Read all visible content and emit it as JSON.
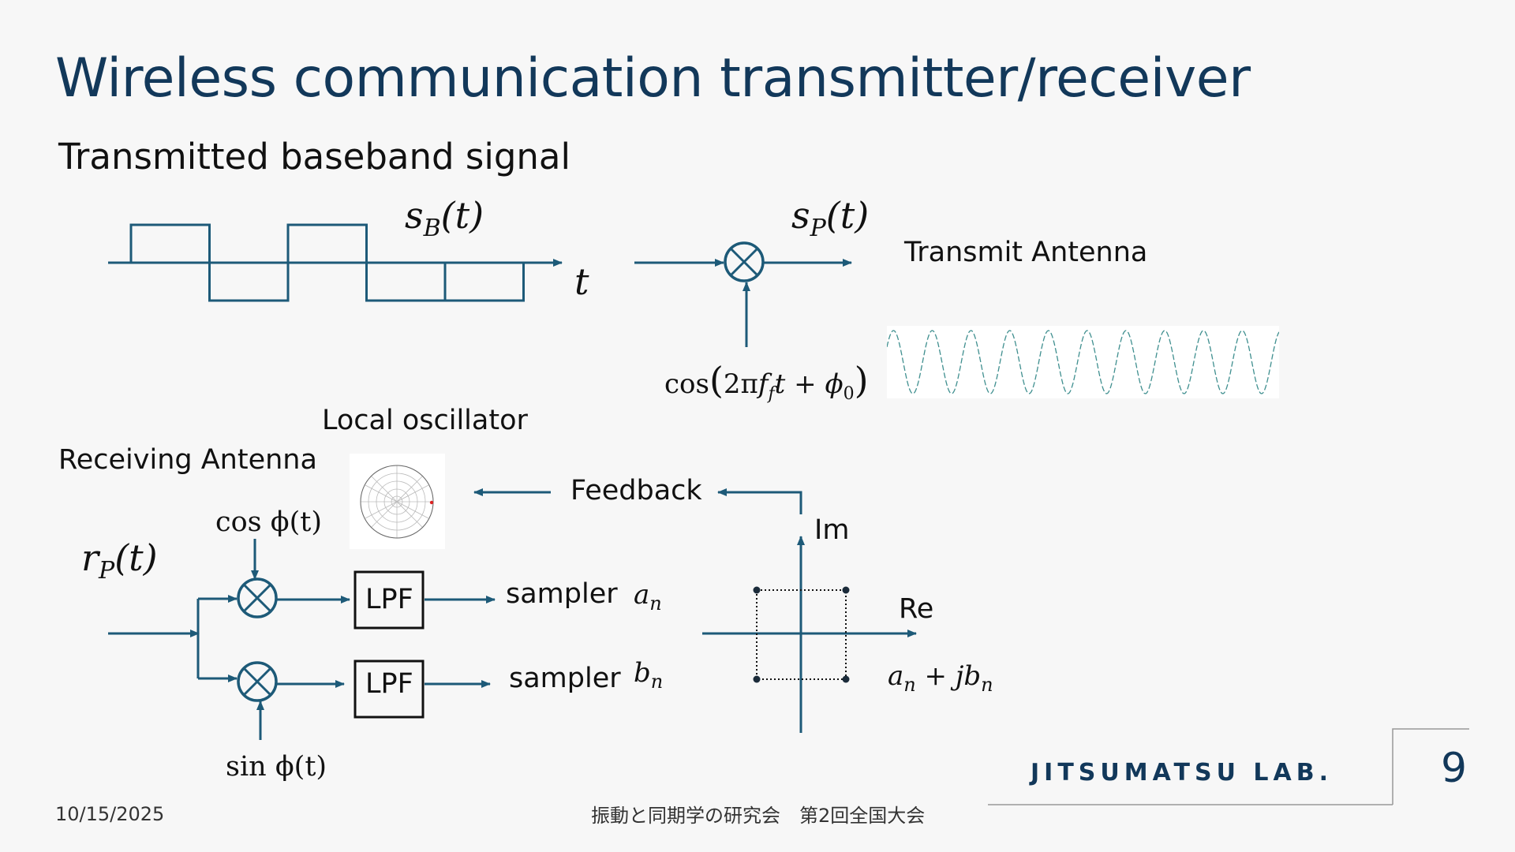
{
  "slide": {
    "title": "Wireless communication transmitter/receiver",
    "subtitle": "Transmitted baseband signal",
    "page_number": "9",
    "date": "10/15/2025",
    "conference": "振動と同期学の研究会　第2回全国大会",
    "brand": "JITSUMATSU LAB."
  },
  "transmitter": {
    "baseband_signal": "s_B(t)",
    "baseband_signal_base": "s",
    "baseband_signal_sub": "B",
    "baseband_signal_arg": "(t)",
    "time_axis": "t",
    "passband_signal_base": "s",
    "passband_signal_sub": "P",
    "passband_signal_arg": "(t)",
    "antenna_label": "Transmit Antenna",
    "carrier_label": "cos(2πf_f t + φ_0)",
    "carrier_fn": "cos",
    "carrier_arg_1": "2π",
    "carrier_f": "f",
    "carrier_f_sub": "f",
    "carrier_arg_2": "t + ",
    "carrier_phi": "ϕ",
    "carrier_phi_sub": "0",
    "baseband_levels": [
      1,
      -1,
      1,
      -1,
      -1
    ]
  },
  "receiver": {
    "local_oscillator_label": "Local oscillator",
    "antenna_label": "Receiving Antenna",
    "received_signal_base": "r",
    "received_signal_sub": "P",
    "received_signal_arg": "(t)",
    "cos_input": "cos ϕ(t)",
    "sin_input": "sin ϕ(t)",
    "filter_top": "LPF",
    "filter_bottom": "LPF",
    "sampler_top": "sampler",
    "sampler_bottom": "sampler",
    "output_top_base": "a",
    "output_top_sub": "n",
    "output_bottom_base": "b",
    "output_bottom_sub": "n",
    "feedback_label": "Feedback"
  },
  "constellation": {
    "imag_axis": "Im",
    "real_axis": "Re",
    "symbol_a": "a",
    "symbol_a_sub": "n",
    "symbol_plus": " + ",
    "symbol_j": "jb",
    "symbol_b_sub": "n"
  },
  "colors": {
    "line": "#1d5a78",
    "title": "#12385a",
    "sine": "#3f8f8f"
  }
}
